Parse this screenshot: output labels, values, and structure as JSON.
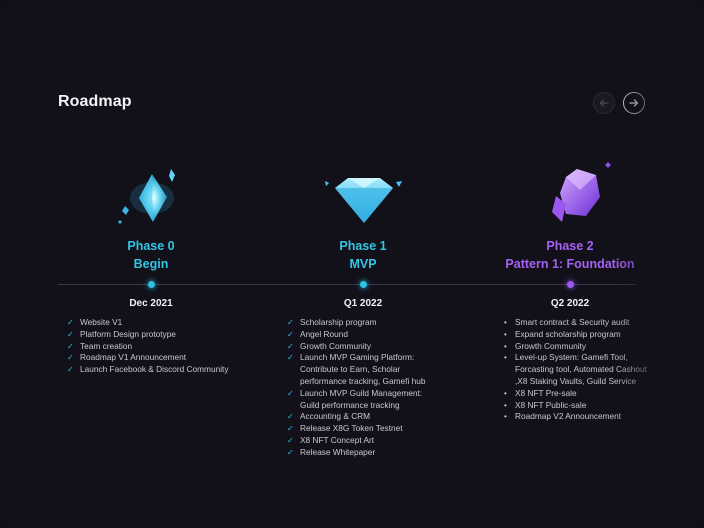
{
  "page": {
    "title": "Roadmap"
  },
  "nav": {
    "prev_icon": "arrow-left-icon",
    "next_icon": "arrow-right-icon"
  },
  "colors": {
    "background": "#121019",
    "cyan": "#32c6e6",
    "violet": "#a660f5",
    "text": "#c9c7d4"
  },
  "phases": [
    {
      "name": "Phase 0",
      "subtitle": "Begin",
      "date": "Dec 2021",
      "icon": "cyan-crystal-icon",
      "items": [
        [
          "Website V1"
        ],
        [
          "Platform Design prototype"
        ],
        [
          "Team creation"
        ],
        [
          "Roadmap V1 Announcement"
        ],
        [
          "Launch Facebook & Discord Community"
        ]
      ]
    },
    {
      "name": "Phase 1",
      "subtitle": "MVP",
      "date": "Q1 2022",
      "icon": "cyan-diamond-icon",
      "items": [
        [
          "Scholarship program"
        ],
        [
          "Angel Round"
        ],
        [
          "Growth Community"
        ],
        [
          "Launch MVP Gaming Platform:",
          "Contribute to Earn, Scholar",
          "performance tracking, Gamefi hub"
        ],
        [
          "Launch MVP Guild Management:",
          "Guild performance tracking"
        ],
        [
          "Accounting & CRM"
        ],
        [
          "Release X8G Token Testnet"
        ],
        [
          "X8 NFT Concept Art"
        ],
        [
          "Release Whitepaper"
        ]
      ]
    },
    {
      "name": "Phase 2",
      "subtitle": "Pattern 1: Foundation",
      "date": "Q2 2022",
      "icon": "violet-crystal-icon",
      "items": [
        [
          "Smart contract & Security audit"
        ],
        [
          "Expand scholarship program"
        ],
        [
          "Growth Community"
        ],
        [
          "Level-up System: Gamefi Tool,",
          "Forcasting tool, Automated Cashout",
          ",X8 Staking Vaults, Guild Service"
        ],
        [
          "X8 NFT Pre-sale"
        ],
        [
          "X8 NFT Public-sale"
        ],
        [
          "Roadmap V2 Announcement"
        ]
      ]
    }
  ]
}
